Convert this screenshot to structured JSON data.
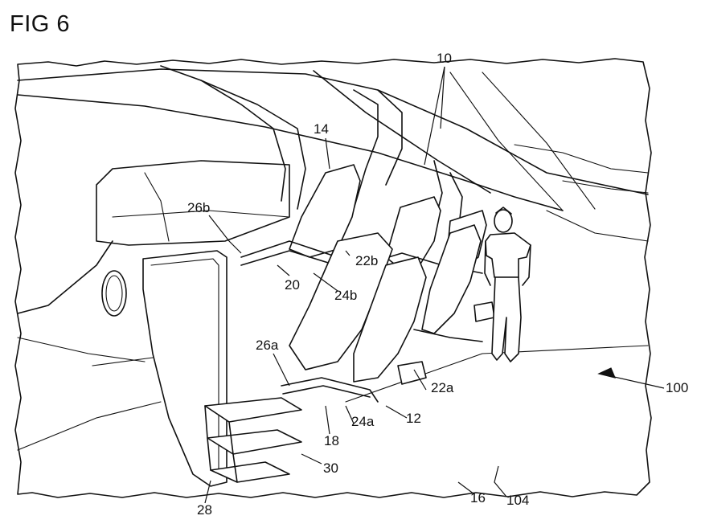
{
  "figure": {
    "title": "FIG 6"
  },
  "labels": {
    "l10": "10",
    "l14": "14",
    "l26b": "26b",
    "l22b": "22b",
    "l20": "20",
    "l24b": "24b",
    "l26a": "26a",
    "l22a": "22a",
    "l24a": "24a",
    "l12": "12",
    "l18": "18",
    "l30": "30",
    "l28": "28",
    "l16": "16",
    "l104": "104",
    "l100": "100"
  }
}
